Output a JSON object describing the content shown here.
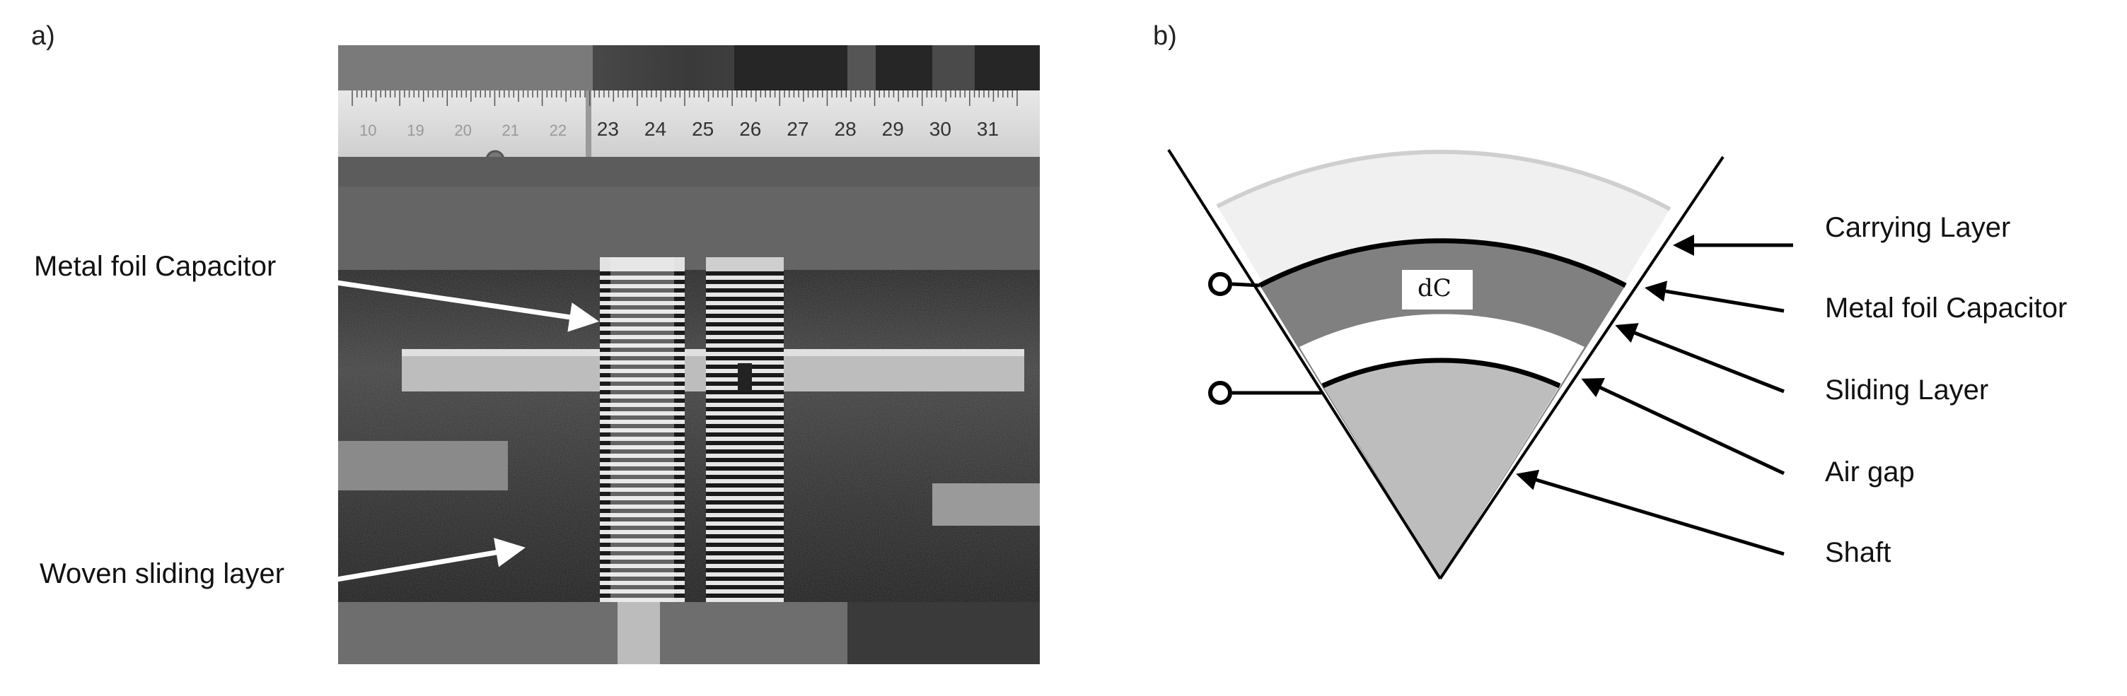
{
  "panel_a": {
    "label": "a)",
    "ruler_ticks": [
      "10",
      "19",
      "20",
      "21",
      "22",
      "23",
      "24",
      "25",
      "26",
      "27",
      "28",
      "29",
      "30",
      "31"
    ],
    "annotations": {
      "capacitor": "Metal foil Capacitor",
      "sliding_layer": "Woven sliding layer"
    }
  },
  "panel_b": {
    "label": "b)",
    "dc_label": "dC",
    "layers": [
      "Carrying Layer",
      "Metal foil Capacitor",
      "Sliding Layer",
      "Air gap",
      "Shaft"
    ],
    "colors": {
      "carrying_layer": "#f0f0f0",
      "capacitor_band": "#808080",
      "air_gap": "#ffffff",
      "shaft": "#bdbdbd",
      "outline": "#000000"
    }
  }
}
